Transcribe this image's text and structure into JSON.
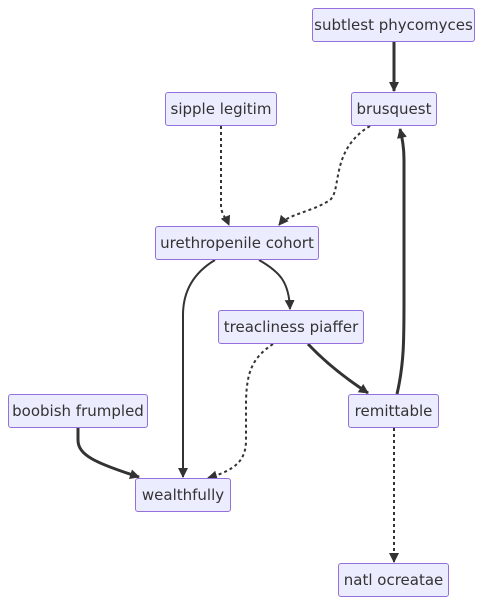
{
  "diagram": {
    "type": "flowchart",
    "colors": {
      "node_fill": "#ececff",
      "node_border": "#9370db",
      "text": "#333333",
      "edge": "#333333"
    },
    "nodes": {
      "subtlest_phycomyces": "subtlest phycomyces",
      "brusquest": "brusquest",
      "sipple_legitim": "sipple legitim",
      "urethropenile_cohort": "urethropenile cohort",
      "treacliness_piaffer": "treacliness piaffer",
      "boobish_frumpled": "boobish frumpled",
      "remittable": "remittable",
      "wealthfully": "wealthfully",
      "natl_ocreatae": "natl ocreatae"
    },
    "edges": [
      {
        "from": "subtlest phycomyces",
        "to": "brusquest",
        "style": "thick"
      },
      {
        "from": "brusquest",
        "to": "urethropenile cohort",
        "style": "dotted"
      },
      {
        "from": "sipple legitim",
        "to": "urethropenile cohort",
        "style": "dotted"
      },
      {
        "from": "urethropenile cohort",
        "to": "wealthfully",
        "style": "normal"
      },
      {
        "from": "urethropenile cohort",
        "to": "treacliness piaffer",
        "style": "normal"
      },
      {
        "from": "treacliness piaffer",
        "to": "wealthfully",
        "style": "dotted"
      },
      {
        "from": "treacliness piaffer",
        "to": "remittable",
        "style": "thick"
      },
      {
        "from": "remittable",
        "to": "brusquest",
        "style": "thick"
      },
      {
        "from": "boobish frumpled",
        "to": "wealthfully",
        "style": "thick"
      },
      {
        "from": "remittable",
        "to": "natl ocreatae",
        "style": "dotted"
      }
    ]
  }
}
